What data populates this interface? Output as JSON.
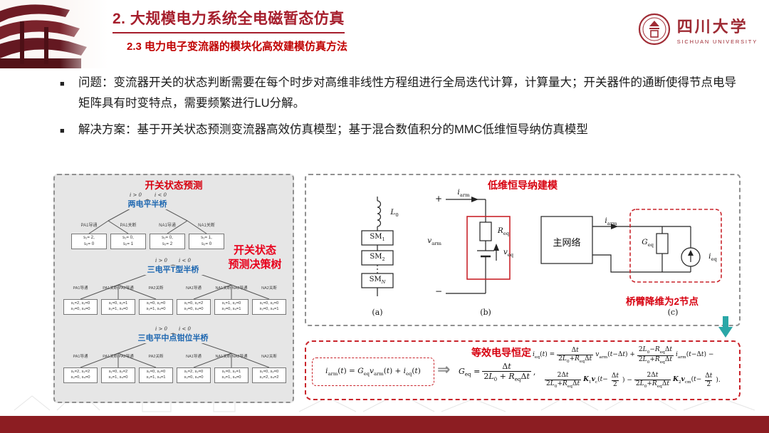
{
  "header": {
    "title": "2. 大规模电力系统全电磁暂态仿真",
    "subtitle": "2.3 电力电子变流器的模块化高效建模仿真方法",
    "logo_cn": "四川大学",
    "logo_en": "SICHUAN UNIVERSITY"
  },
  "bullets": {
    "marker": "■",
    "items": [
      "问题：变流器开关的状态判断需要在每个时步对高维非线性方程组进行全局迭代计算，计算量大；开关器件的通断使得节点电导矩阵具有时变特点，需要频繁进行LU分解。",
      "解决方案：基于开关状态预测变流器高效仿真模型；基于混合数值积分的MMC低维恒导纳仿真模型"
    ]
  },
  "left_panel": {
    "title": "开关状态预测",
    "callout_line1": "开关状态",
    "callout_line2": "预测决策树",
    "trees": [
      {
        "label": "两电平半桥",
        "cond_left": "i > 0",
        "cond_right": "i < 0",
        "branches": [
          "PA1导通",
          "PA1关断",
          "NA1导通",
          "NA1关断"
        ],
        "leaves": [
          [
            "s₁= 2,",
            "s₂= 0"
          ],
          [
            "s₁= 0,",
            "s₂= 1"
          ],
          [
            "s₁= 0,",
            "s₂= 2"
          ],
          [
            "s₁= 1,",
            "s₂= 0"
          ]
        ]
      },
      {
        "label": "三电平T型半桥",
        "cond_left": "i > 0",
        "cond_right": "i < 0",
        "branches": [
          "PA1导通",
          "PA1关断 PA2导通",
          "PA2关断",
          "NA1导通",
          "NA1关断 NA2导通",
          "NA2关断"
        ],
        "leaves": [
          [
            "s₁=2, s₂=0",
            "s₃=0, s₄=0"
          ],
          [
            "s₁=0, s₂=1",
            "s₃=1, s₄=0"
          ],
          [
            "s₁=0, s₂=0",
            "s₃=1, s₄=0"
          ],
          [
            "s₁=0, s₂=2",
            "s₃=0, s₄=0"
          ],
          [
            "s₁=1, s₂=0",
            "s₃=0, s₄=1"
          ],
          [
            "s₁=0, s₂=0",
            "s₃=0, s₄=1"
          ]
        ]
      },
      {
        "label": "三电平中点钳位半桥",
        "cond_left": "i > 0",
        "cond_right": "i < 0",
        "branches": [
          "PA1导通",
          "PA1关断 PA2导通",
          "PA2关断",
          "NA1导通",
          "NA1关断 NA2导通",
          "NA2关断"
        ],
        "leaves": [
          [
            "s₁=2, s₂=2",
            "s₃=0, s₄=0"
          ],
          [
            "s₁=0, s₂=2",
            "s₃=1, s₄=0"
          ],
          [
            "s₁=0, s₂=0",
            "s₃=1, s₄=1"
          ],
          [
            "s₁=2, s₂=0",
            "s₃=0, s₄=0"
          ],
          [
            "s₁=0, s₂=1",
            "s₃=1, s₄=0"
          ],
          [
            "s₁=0, s₂=0",
            "s₃=2, s₄=2"
          ]
        ]
      }
    ]
  },
  "right_panel": {
    "title": "低维恒导纳建模",
    "note": "桥臂降维为2节点",
    "labels": {
      "plus": "+",
      "minus": "−",
      "L0": "<i>L</i><sub>0</sub>",
      "SM1": "SM<sub>1</sub>",
      "SM2": "SM<sub>2</sub>",
      "SMN": "SM<sub><i>N</i></sub>",
      "varm": "<i>v</i><sub>arm</sub>",
      "iarm": "<i>i</i><sub>arm</sub>",
      "iarm2": "<i>i</i><sub>arm</sub>",
      "Req": "<i>R</i><sub>eq</sub>",
      "veq": "<i>v</i><sub>eq</sub>",
      "Geq": "<i>G</i><sub>eq</sub>",
      "ieq": "<i>i</i><sub>eq</sub>",
      "main_network": "主网络",
      "fig_a": "(a)",
      "fig_b": "(b)",
      "fig_c": "(c)"
    }
  },
  "bottom_panel": {
    "title": "等效电导恒定",
    "arrow": "⇒",
    "eq_port": [
      {
        "t": "<i>i</i><sub>arm</sub>(<i>t</i>) = <i>G</i><sub>eq</sub><i>v</i><sub>arm</sub>(<i>t</i>) + <i>i</i><sub>eq</sub>(<i>t</i>)"
      }
    ],
    "eq_geq": [
      {
        "t": "<i>G</i><sub>eq</sub> = "
      },
      {
        "f": [
          "Δ<i>t</i>",
          "2<i>L</i><sub>0</sub> + <i>R</i><sub>eq</sub>Δ<i>t</i>"
        ]
      },
      {
        "t": ","
      }
    ],
    "eq_ieq_line1": [
      {
        "t": "<i>i</i><sub>eq</sub>(<i>t</i>) = "
      },
      {
        "f": [
          "Δ<i>t</i>",
          "2<i>L</i><sub>0</sub>+<i>R</i><sub>eq</sub>Δ<i>t</i>"
        ]
      },
      {
        "t": "<i>v</i><sub>arm</sub>(<i>t</i>−Δ<i>t</i>) + "
      },
      {
        "f": [
          "2<i>L</i><sub>0</sub>−<i>R</i><sub>eq</sub>Δ<i>t</i>",
          "2<i>L</i><sub>0</sub>+<i>R</i><sub>eq</sub>Δ<i>t</i>"
        ]
      },
      {
        "t": "<i>i</i><sub>arm</sub>(<i>t</i>−Δ<i>t</i>) −"
      }
    ],
    "eq_ieq_line2": [
      {
        "f": [
          "2Δ<i>t</i>",
          "2<i>L</i><sub>0</sub>+<i>R</i><sub>eq</sub>Δ<i>t</i>"
        ]
      },
      {
        "t": "<b><i>K</i></b><sub>1</sub><b><i>v</i></b><sub>c</sub>(<i>t</i>−"
      },
      {
        "f": [
          "Δ<i>t</i>",
          "2"
        ]
      },
      {
        "t": ") − "
      },
      {
        "f": [
          "2Δ<i>t</i>",
          "2<i>L</i><sub>0</sub>+<i>R</i><sub>eq</sub>Δ<i>t</i>"
        ]
      },
      {
        "t": "<b><i>K</i></b><sub>2</sub><b><i>v</i></b><sub>cm</sub>(<i>t</i>−"
      },
      {
        "f": [
          "Δ<i>t</i>",
          "2"
        ]
      },
      {
        "t": ")."
      }
    ]
  },
  "colors": {
    "title_red": "#A61E2C",
    "accent_red": "#D7000F",
    "callout_red": "#E8001C",
    "highlight_box_red": "#C9242B",
    "tree_label_blue": "#1C66B0",
    "panel_gray": "#E6E6E6",
    "footer_red": "#8C1D22",
    "teal_arrow": "#2AA7A7"
  }
}
